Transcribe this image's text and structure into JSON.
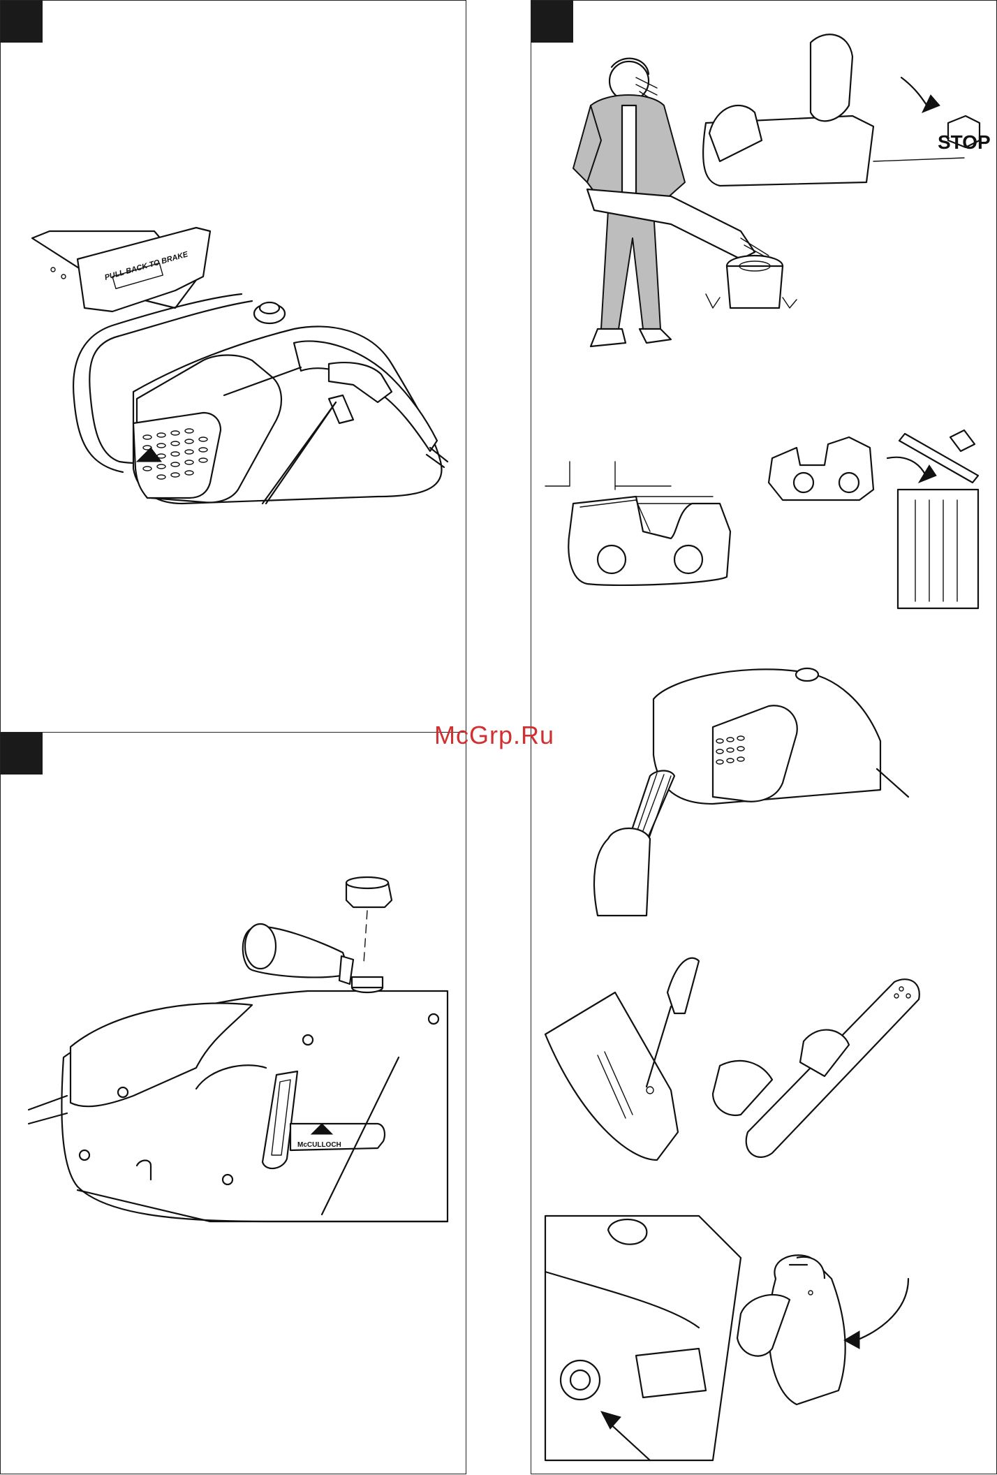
{
  "watermark": {
    "text": "McGrp.Ru",
    "color": "#d13030"
  },
  "panels": {
    "top_left": {
      "illustration": "chainsaw-switch-lockout"
    },
    "bottom_left": {
      "illustration": "chainsaw-oil-filling"
    },
    "right": {
      "illustration": "maintenance-and-safety-steps"
    }
  },
  "labels": {
    "bar_guard_text": "PULL BACK TO BRAKE",
    "stop_sign_text": "STOP",
    "brand_logo_text": "McCULLOCH"
  },
  "colors": {
    "ink": "#111111",
    "panel_border": "#222222",
    "corner_tab": "#1a1a1a",
    "clothing_grey": "#bdbdbd"
  }
}
